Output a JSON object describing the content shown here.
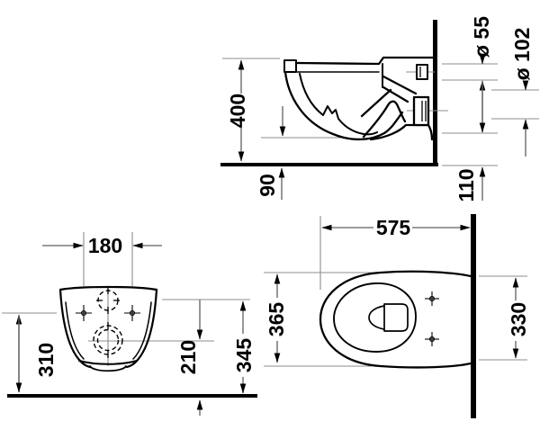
{
  "title": "Wall-hung toilet technical dimension drawing",
  "colors": {
    "background": "#ffffff",
    "outline": "#000000",
    "dimension_line": "#5f5f5f",
    "extension_line": "#8c8c8c"
  },
  "views": {
    "side": {
      "name": "side-section-view",
      "dimensions": {
        "height": "400",
        "front_clearance": "90",
        "outlet_height": "110",
        "flush_pipe": "ø 55",
        "outlet_pipe": "ø 102"
      }
    },
    "front": {
      "name": "front-view",
      "dimensions": {
        "hole_spacing": "180",
        "left_height": "310",
        "outlet_center": "210",
        "flush_center": "345"
      }
    },
    "top": {
      "name": "top-view",
      "dimensions": {
        "depth": "575",
        "width": "365",
        "rear_width": "330"
      }
    }
  }
}
